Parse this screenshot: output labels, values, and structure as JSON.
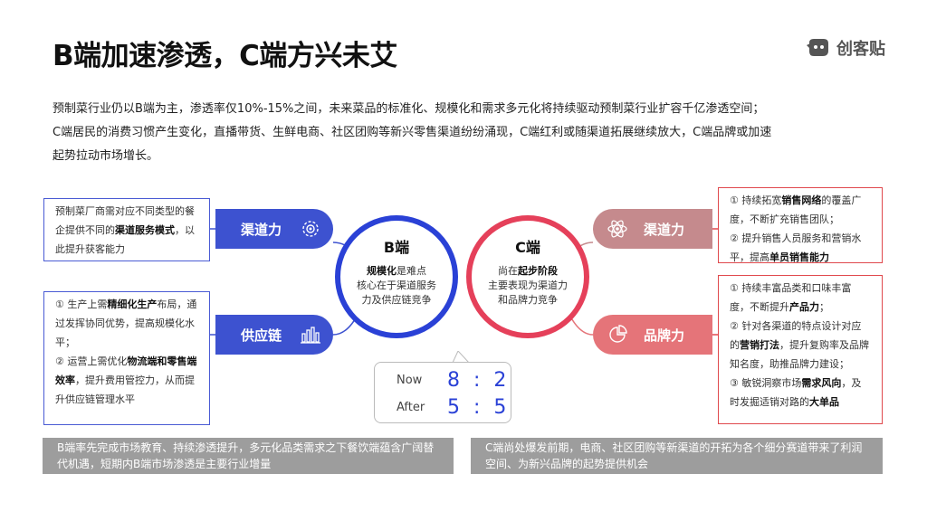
{
  "title": "B端加速渗透，C端方兴未艾",
  "logo": {
    "text": "创客贴",
    "icon": "chuangketie-logo-icon"
  },
  "intro": {
    "line1": "预制菜行业仍以B端为主，渗透率仅10%-15%之间，未来菜品的标准化、规模化和需求多元化将持续驱动预制菜行业扩容千亿渗透空间；",
    "line2": "C端居民的消费习惯产生变化，直播带货、生鲜电商、社区团购等新兴零售渠道纷纷涌现，C端红利或随渠道拓展继续放大，C端品牌或加速",
    "line3": "起势拉动市场增长。"
  },
  "left": {
    "pill1": {
      "label": "渠道力",
      "icon": "target-icon"
    },
    "pill2": {
      "label": "供应链",
      "icon": "bar-chart-icon"
    },
    "note1": {
      "p1": "预制菜厂商需对应不同类型的餐企提供不同的",
      "b1": "渠道服务模式",
      "p2": "，以此提升获客能力"
    },
    "note2": {
      "i1_pre": "① 生产上需",
      "i1_b": "精细化生产",
      "i1_post": "布局，通过发挥协同优势，提高规模化水平；",
      "i2_pre": "② 运营上需优化",
      "i2_b": "物流端和零售端效率",
      "i2_post": "，提升费用管控力，从而提升供应链管理水平"
    }
  },
  "right": {
    "pill1": {
      "label": "渠道力",
      "icon": "atom-icon"
    },
    "pill2": {
      "label": "品牌力",
      "icon": "pie-chart-icon"
    },
    "note1": {
      "i1_pre": "① 持续拓宽",
      "i1_b": "销售网络",
      "i1_post": "的覆盖广度，不断扩充销售团队；",
      "i2_pre": "② 提升销售人员服务和营销水平，提高",
      "i2_b": "单员销售能力"
    },
    "note2": {
      "i1_pre": "① 持续丰富品类和口味丰富度，不断提升",
      "i1_b": "产品力",
      "i1_post": "；",
      "i2_pre": "② 针对各渠道的特点设计对应的",
      "i2_b": "营销打法",
      "i2_post": "，提升复购率及品牌知名度，助推品牌力建设；",
      "i3_pre": "③ 敏锐洞察市场",
      "i3_b": "需求风向",
      "i3_mid": "，及时发掘适销对路的",
      "i3_b2": "大单品"
    }
  },
  "circle_b": {
    "title": "B端",
    "b": "规模化",
    "l1": "是难点",
    "l2": "核心在于渠道服务",
    "l3": "力及供应链竞争"
  },
  "circle_c": {
    "title": "C端",
    "l1_pre": "尚在",
    "b": "起步阶段",
    "l2": "主要表现为渠道力",
    "l3": "和品牌力竞争"
  },
  "ratio": {
    "now_label": "Now",
    "now_value": "8 : 2",
    "after_label": "After",
    "after_value": "5 : 5"
  },
  "bottom": {
    "left": "B端率先完成市场教育、持续渗透提升，多元化品类需求之下餐饮端蕴含广阔替代机遇，短期内B端市场渗透是主要行业增量",
    "right": "C端尚处爆发前期，电商、社区团购等新渠道的开拓为各个细分赛道带来了利润空间、为新兴品牌的起势提供机会"
  },
  "colors": {
    "blue": "#2a41d6",
    "red": "#e5405a",
    "pill_blue": "#3d52d0",
    "pill_red_1": "#c58a8d",
    "pill_red_2": "#e57479",
    "grey": "#9d9d9d"
  }
}
